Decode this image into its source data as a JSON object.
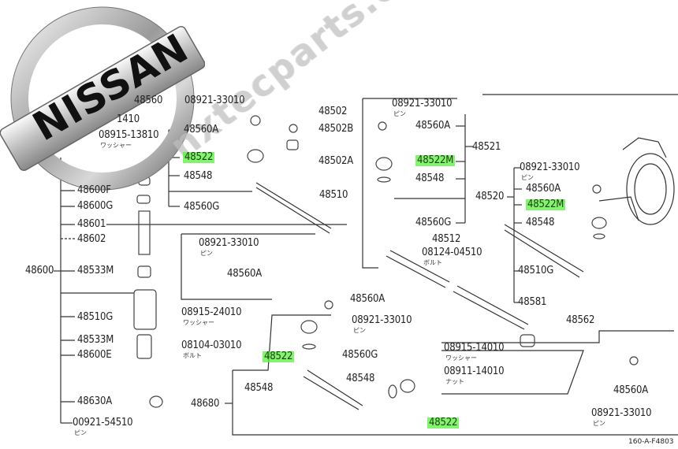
{
  "brand": {
    "name": "NISSAN"
  },
  "watermark": "nxtecparts.com",
  "diagram_code": "160-A-F4803",
  "highlight_color": "#5AF03C",
  "groups": {
    "idler_arm_assy": "48600",
    "relay_rod_assy_left": "48510",
    "side_rod_assy_right": "48520",
    "tie_rod_assy_center": "48680",
    "relay_rod_inner_right": "48521"
  },
  "labels": [
    {
      "id": "p48560",
      "text": "48560"
    },
    {
      "id": "p08921_33010_a",
      "text": "08921-33010"
    },
    {
      "id": "p_1410",
      "text": "1410"
    },
    {
      "id": "p08915_13810",
      "text": "08915-13810",
      "sub": "ワッシャー"
    },
    {
      "id": "p48560A_a",
      "text": "48560A"
    },
    {
      "id": "p48522_a",
      "text": "48522",
      "highlight": true
    },
    {
      "id": "p48548_a",
      "text": "48548"
    },
    {
      "id": "p48560G_a",
      "text": "48560G"
    },
    {
      "id": "p48502",
      "text": "48502"
    },
    {
      "id": "p48502B",
      "text": "48502B"
    },
    {
      "id": "p48502A",
      "text": "48502A"
    },
    {
      "id": "p48510",
      "text": "48510"
    },
    {
      "id": "p48600F",
      "text": "48600F"
    },
    {
      "id": "p48600G",
      "text": "48600G"
    },
    {
      "id": "p48601",
      "text": "48601"
    },
    {
      "id": "p48602",
      "text": "48602"
    },
    {
      "id": "p48600",
      "text": "48600"
    },
    {
      "id": "p48533M_a",
      "text": "48533M"
    },
    {
      "id": "p48510G_a",
      "text": "48510G"
    },
    {
      "id": "p48533M_b",
      "text": "48533M"
    },
    {
      "id": "p48600E",
      "text": "48600E"
    },
    {
      "id": "p48630A",
      "text": "48630A"
    },
    {
      "id": "p00921_54510",
      "text": "00921-54510",
      "sub": "ピン"
    },
    {
      "id": "p08921_33010_b",
      "text": "08921-33010",
      "sub": "ピン"
    },
    {
      "id": "p48560A_b",
      "text": "48560A"
    },
    {
      "id": "p48521",
      "text": "48521"
    },
    {
      "id": "p48522M_a",
      "text": "48522M",
      "highlight": true
    },
    {
      "id": "p48548_b",
      "text": "48548"
    },
    {
      "id": "p48560G_b",
      "text": "48560G"
    },
    {
      "id": "p48520",
      "text": "48520"
    },
    {
      "id": "p08921_33010_c",
      "text": "08921-33010",
      "sub": "ピン"
    },
    {
      "id": "p48560A_c",
      "text": "48560A"
    },
    {
      "id": "p48522M_b",
      "text": "48522M",
      "highlight": true
    },
    {
      "id": "p48548_c",
      "text": "48548"
    },
    {
      "id": "p48510G_b",
      "text": "48510G"
    },
    {
      "id": "p48581",
      "text": "48581"
    },
    {
      "id": "p48512",
      "text": "48512"
    },
    {
      "id": "p08124_04510",
      "text": "08124-04510",
      "sub": "ボルト"
    },
    {
      "id": "p08921_33010_d",
      "text": "08921-33010",
      "sub": "ピン"
    },
    {
      "id": "p48560A_d",
      "text": "48560A"
    },
    {
      "id": "p08915_24010",
      "text": "08915-24010",
      "sub": "ワッシャー"
    },
    {
      "id": "p48560A_e",
      "text": "48560A"
    },
    {
      "id": "p08921_33010_e",
      "text": "08921-33010",
      "sub": "ピン"
    },
    {
      "id": "p08104_03010",
      "text": "08104-03010",
      "sub": "ボルト"
    },
    {
      "id": "p48522_b",
      "text": "48522",
      "highlight": true
    },
    {
      "id": "p48560G_c",
      "text": "48560G"
    },
    {
      "id": "p48548_d",
      "text": "48548"
    },
    {
      "id": "p48548_e",
      "text": "48548"
    },
    {
      "id": "p48522_c",
      "text": "48522",
      "highlight": true
    },
    {
      "id": "p48680",
      "text": "48680"
    },
    {
      "id": "p48562",
      "text": "48562"
    },
    {
      "id": "p08915_14010",
      "text": "08915-14010",
      "sub": "ワッシャー"
    },
    {
      "id": "p08911_14010",
      "text": "08911-14010",
      "sub": "ナット"
    },
    {
      "id": "p48560A_f",
      "text": "48560A"
    },
    {
      "id": "p08921_33010_f",
      "text": "08921-33010",
      "sub": "ピン"
    }
  ]
}
